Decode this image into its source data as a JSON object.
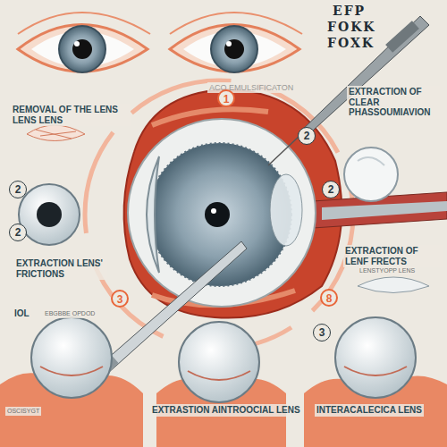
{
  "diagram": {
    "labels": [
      "EFP",
      "FOKK",
      "FOXK",
      "ACO EMULSIFICATON",
      "REMOVAL OF THE LENS LENS LENS",
      "1",
      "EXTRACTION OF CLEAR PHASSOUMIAVION",
      "2",
      "2",
      "2",
      "2",
      "EXTRACTION LENS' FRICTIONS",
      "EXTRACTION OF LENF FRECTS",
      "LENSTYOPP LENS",
      "IOL",
      "EBGBBE OPDOD",
      "3",
      "8",
      "3",
      "OSCISYGT",
      "EXTRASTION AINTROOCIAL LENS",
      "INTERACALECICA LENS"
    ]
  }
}
